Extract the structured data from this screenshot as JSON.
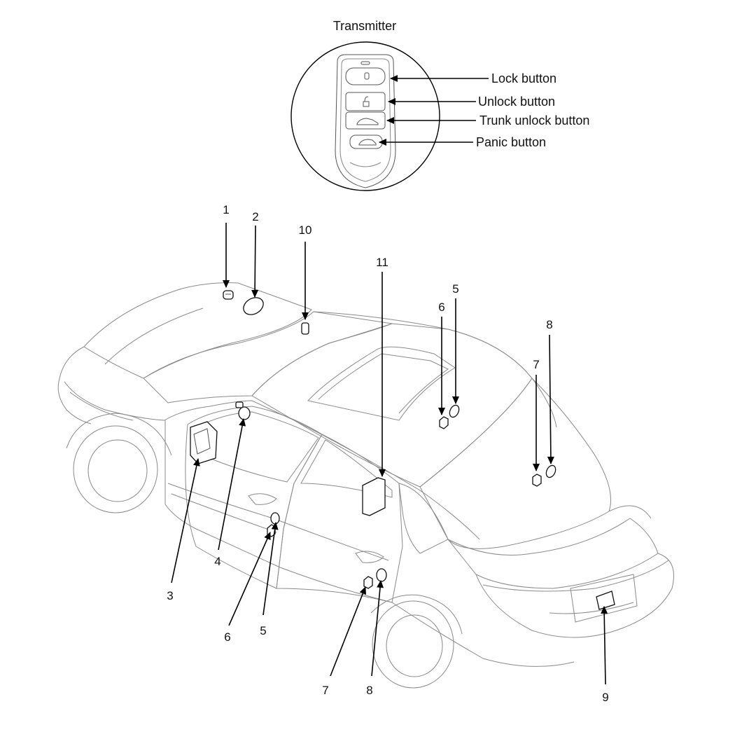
{
  "transmitter": {
    "title": "Transmitter",
    "buttons": [
      {
        "id": "lock",
        "label": "Lock button"
      },
      {
        "id": "unlock",
        "label": "Unlock button"
      },
      {
        "id": "trunk",
        "label": "Trunk unlock button"
      },
      {
        "id": "panic",
        "label": "Panic button"
      }
    ]
  },
  "callouts": [
    "1",
    "2",
    "10",
    "11",
    "5",
    "6",
    "8",
    "7",
    "3",
    "4",
    "6",
    "5",
    "7",
    "8",
    "9"
  ]
}
